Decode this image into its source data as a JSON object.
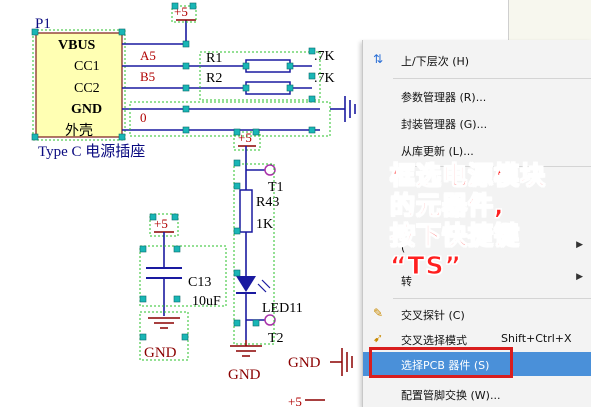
{
  "schematic": {
    "connector": {
      "ref": "P1",
      "name": "Type C 电源插座",
      "pins": [
        "VBUS",
        "CC1",
        "CC2",
        "GND",
        "外壳"
      ],
      "pin_numbers": [
        "A5",
        "B5",
        "0"
      ],
      "power_label": "+5"
    },
    "resistors": {
      "r1_label": "R1",
      "r2_label": "R2",
      "r1_value": ".7K",
      "r2_value": ".7K",
      "r43_ref": "R43",
      "r43_value": "1K"
    },
    "capacitor": {
      "ref": "C13",
      "value": "10uF",
      "power_label": "+5",
      "ground_label": "GND"
    },
    "led": {
      "ref": "LED11",
      "tp1": "T1",
      "tp2": "T2",
      "power_label": "+5",
      "ground_label": "GND"
    },
    "net_gnd_label": "GND",
    "net_plus5_label": "+5"
  },
  "context_menu": {
    "items": [
      {
        "icon": "up-down-icon",
        "label": "上/下层次 (H)",
        "shortcut": "",
        "submenu": false
      },
      {
        "icon": "",
        "label": "参数管理器 (R)...",
        "shortcut": "",
        "submenu": false
      },
      {
        "icon": "",
        "label": "封装管理器 (G)...",
        "shortcut": "",
        "submenu": false
      },
      {
        "icon": "",
        "label": "从库更新 (L)...",
        "shortcut": "",
        "submenu": false
      },
      {
        "icon": "",
        "label": "(",
        "shortcut": "",
        "submenu": true
      },
      {
        "icon": "",
        "label": "转",
        "shortcut": "",
        "submenu": true
      },
      {
        "icon": "cross-probe-icon",
        "label": "交叉探针 (C)",
        "shortcut": "",
        "submenu": false
      },
      {
        "icon": "cross-select-icon",
        "label": "交叉选择模式",
        "shortcut": "Shift+Ctrl+X",
        "submenu": false
      },
      {
        "icon": "",
        "label": "选择PCB 器件 (S)",
        "shortcut": "",
        "submenu": false
      },
      {
        "icon": "",
        "label": "配置管脚交换 (W)...",
        "shortcut": "",
        "submenu": false
      }
    ]
  },
  "annotation": {
    "text": "框选电源模块\n的元器件,\n按下快捷键\n“TS”",
    "color": "#ff1f1f"
  }
}
